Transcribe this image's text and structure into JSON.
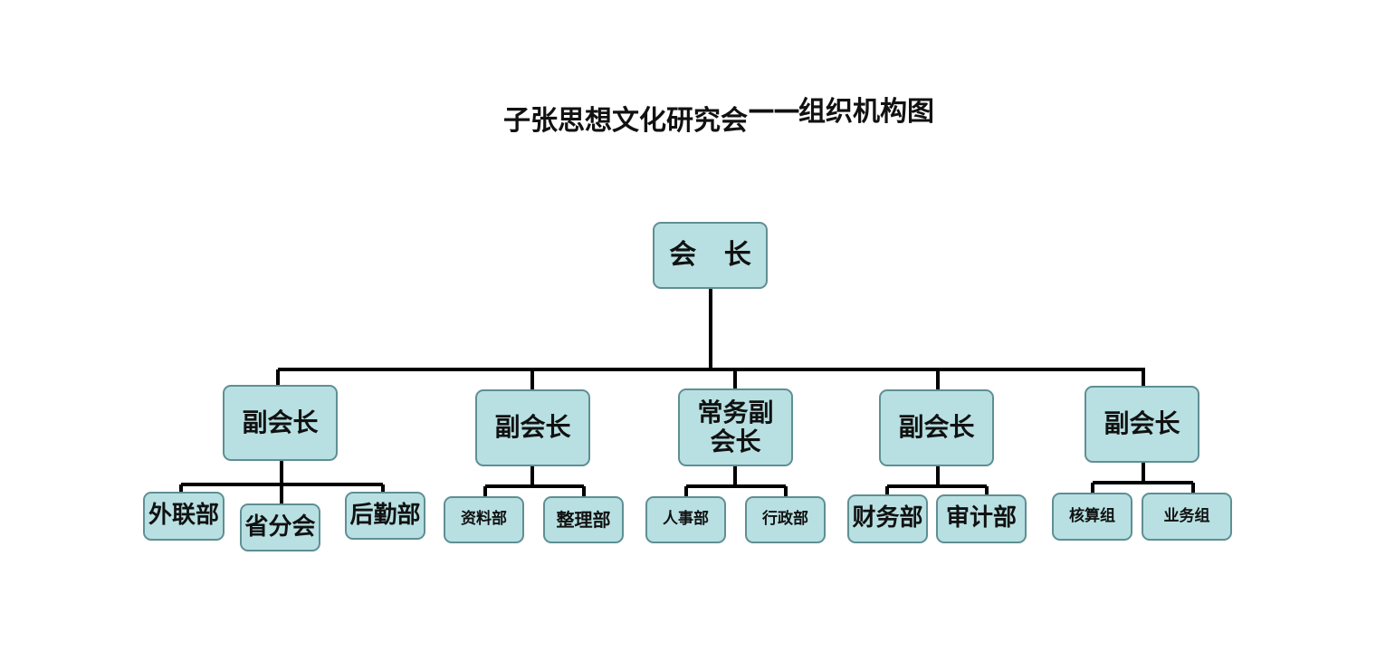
{
  "title": {
    "main": "子张思想文化研究会",
    "sep": "——",
    "sub": "组织机构图"
  },
  "chart": {
    "root": "会 长",
    "vice": {
      "v1": "副会长",
      "v2": "副会长",
      "v3": "常务副会长",
      "v4": "副会长",
      "v5": "副会长"
    },
    "depts": {
      "d1": "外联部",
      "d2": "省分会",
      "d3": "后勤部",
      "d4": "资料部",
      "d5": "整理部",
      "d6": "人事部",
      "d7": "行政部",
      "d8": "财务部",
      "d9": "审计部",
      "d10": "核算组",
      "d11": "业务组"
    }
  },
  "colors": {
    "box_fill": "#b8e0e2",
    "box_border": "#5f8f93",
    "line": "#000000"
  }
}
